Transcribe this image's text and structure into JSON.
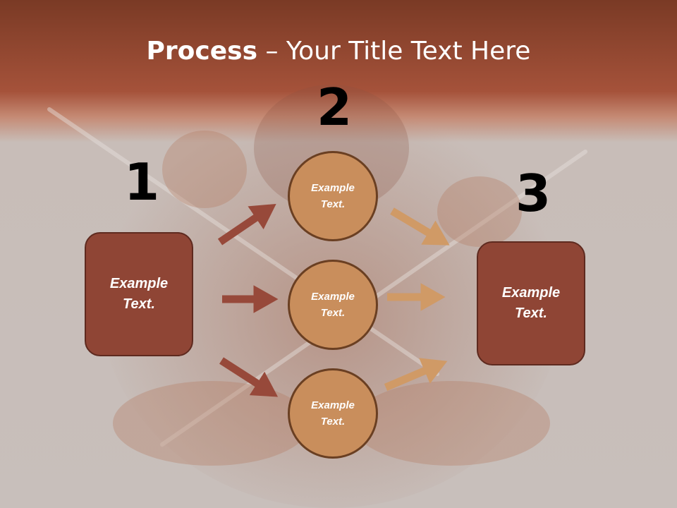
{
  "title": {
    "bold": "Process",
    "rest": " – Your Title Text Here"
  },
  "steps": {
    "one": "1",
    "two": "2",
    "three": "3"
  },
  "left_box": {
    "text": "Example\nText."
  },
  "right_box": {
    "text": "Example\nText."
  },
  "circles": [
    {
      "text": "Example\nText."
    },
    {
      "text": "Example\nText."
    },
    {
      "text": "Example\nText."
    }
  ],
  "colors": {
    "header": "#a5523a",
    "box": "#8f4535",
    "circle": "#c98e5c",
    "arrow_left": "#97493a",
    "arrow_right": "#d09a66"
  }
}
